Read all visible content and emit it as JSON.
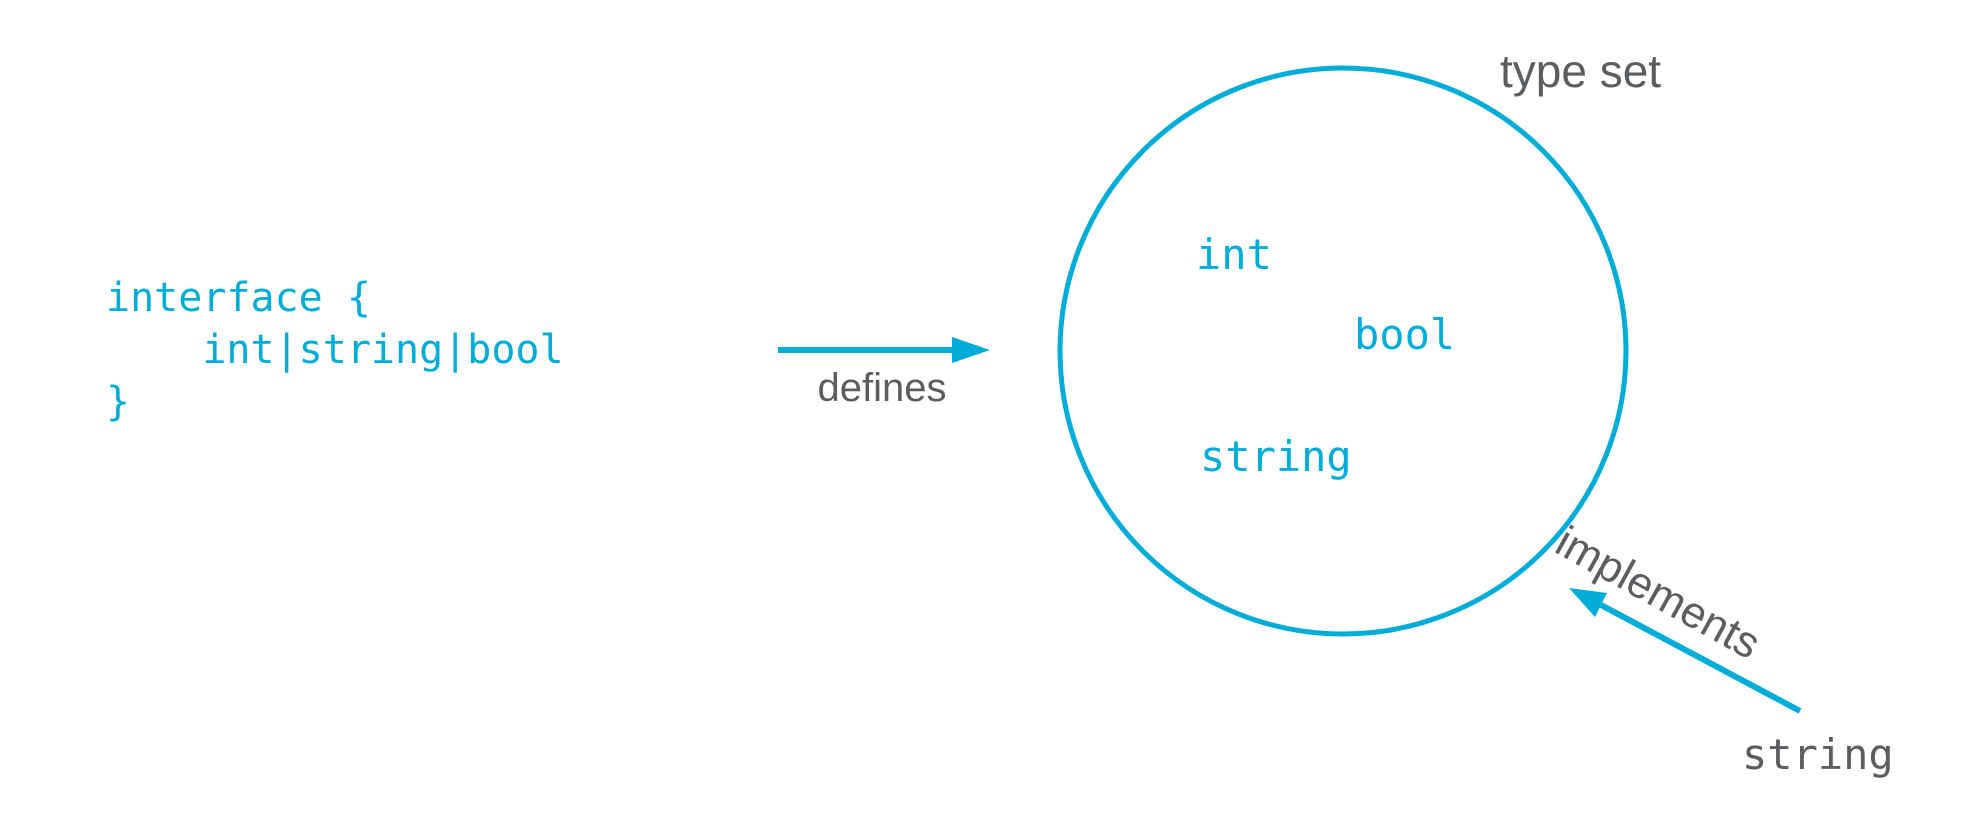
{
  "colors": {
    "accent": "#00ADD8",
    "label_gray": "#5B5E61",
    "background": "#FFFFFF"
  },
  "code_block": {
    "lines": [
      "interface {",
      "    int|string|bool",
      "}"
    ]
  },
  "defines_arrow": {
    "label": "defines"
  },
  "type_set": {
    "label": "type set",
    "members": [
      "int",
      "bool",
      "string"
    ]
  },
  "implements_arrow": {
    "label": "implements",
    "implementer": "string"
  }
}
